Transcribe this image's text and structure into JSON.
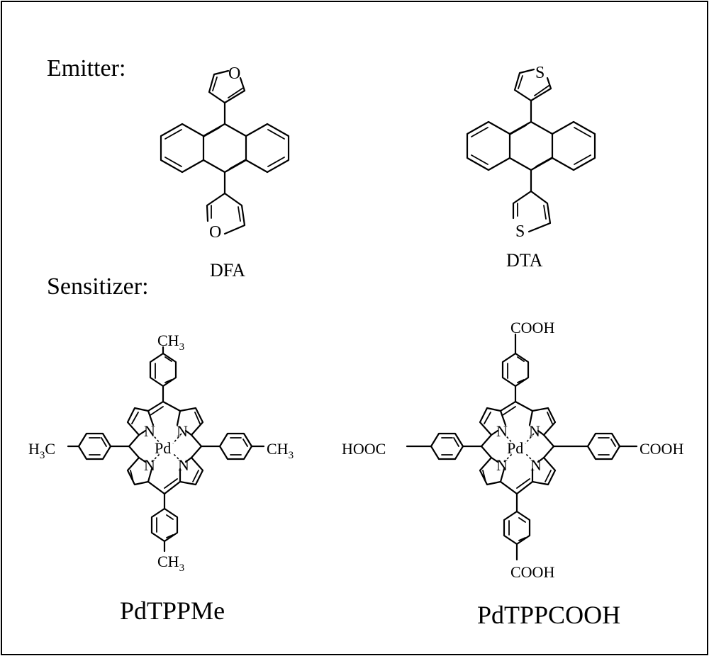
{
  "sections": {
    "emitter_label": "Emitter:",
    "sensitizer_label": "Sensitizer:"
  },
  "compounds": {
    "dfa": {
      "name": "DFA",
      "heteroatom": "O"
    },
    "dta": {
      "name": "DTA",
      "heteroatom": "S"
    },
    "pdtppme": {
      "name": "PdTPPMe",
      "metal": "Pd",
      "nitrogen": "N",
      "methyl_top": "CH",
      "methyl_bottom": "CH",
      "methyl_left": "H",
      "methyl_left_tail": "C",
      "methyl_right": "CH",
      "subscript": "3"
    },
    "pdtppcooh": {
      "name": "PdTPPCOOH",
      "metal": "Pd",
      "nitrogen": "N",
      "acid_top": "COOH",
      "acid_bottom": "COOH",
      "acid_left": "HOOC",
      "acid_right": "COOH"
    }
  },
  "colors": {
    "ink": "#000000",
    "background": "#ffffff",
    "frame": "#000000"
  }
}
